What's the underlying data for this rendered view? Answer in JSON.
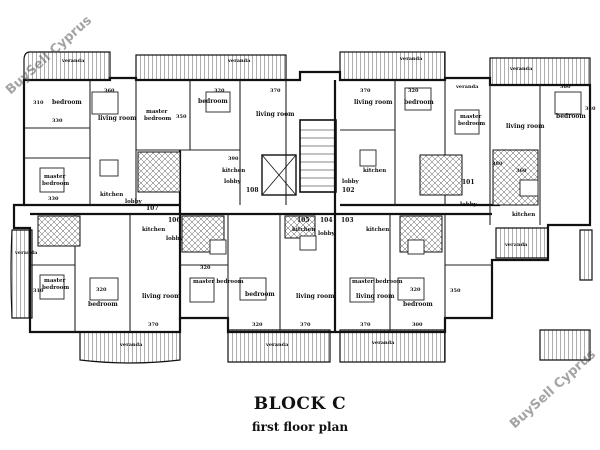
{
  "title": "BLOCK C",
  "subtitle": "first floor plan",
  "watermark": "BuySell Cyprus",
  "rooms": {
    "veranda": "veranda",
    "bedroom": "bedroom",
    "living_room": "living room",
    "master": "master",
    "master_bedroom": "master bedroom",
    "kitchen": "kitchen",
    "lobby": "lobby"
  },
  "units": [
    "101",
    "102",
    "103",
    "104",
    "105",
    "106",
    "107",
    "108"
  ],
  "dimensions": [
    "310",
    "330",
    "360",
    "320",
    "370",
    "350",
    "300",
    "380",
    "390",
    "340"
  ]
}
